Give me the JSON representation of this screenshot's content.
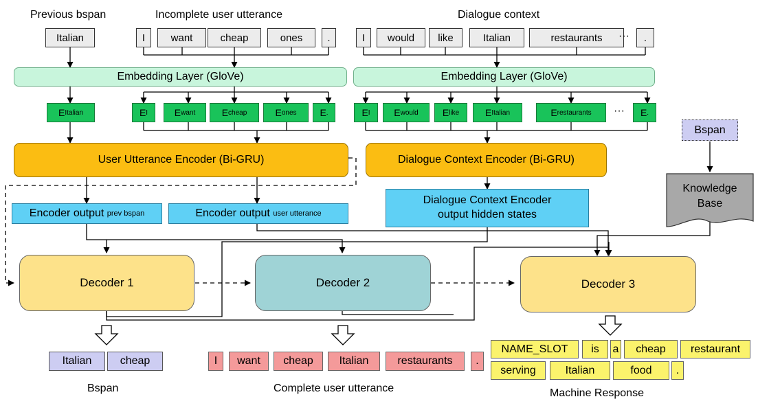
{
  "labels": {
    "previous_bspan": "Previous bspan",
    "incomplete_utterance": "Incomplete user utterance",
    "dialogue_context": "Dialogue context",
    "bspan_out": "Bspan",
    "complete_utterance": "Complete user utterance",
    "machine_response": "Machine Response"
  },
  "prev_bspan_token": "Italian",
  "utterance_tokens": [
    "I",
    "want",
    "cheap",
    "ones",
    "."
  ],
  "context_tokens": [
    "I",
    "would",
    "like",
    "Italian",
    "restaurants",
    "."
  ],
  "ellipsis": "···",
  "embedding_label": "Embedding Layer  (GloVe)",
  "emb_letter": "E",
  "emb_prev_sub": "Italian",
  "emb_utt_subs": [
    "I",
    "want",
    "cheap",
    "ones",
    "."
  ],
  "emb_ctx_subs": [
    "I",
    "would",
    "like",
    "Italian",
    "restaurants",
    "."
  ],
  "user_encoder": "User Utterance Encoder  (Bi-GRU)",
  "context_encoder": "Dialogue Context Encoder  (Bi-GRU)",
  "enc_out_prev": {
    "main": "Encoder output",
    "sub": "prev bspan"
  },
  "enc_out_user": {
    "main": "Encoder output",
    "sub": "user utterance"
  },
  "ctx_out": {
    "line1": "Dialogue Context Encoder",
    "line2": "output hidden states"
  },
  "bspan_kb_input": "Bspan",
  "kb": {
    "line1": "Knowledge",
    "line2": "Base"
  },
  "decoders": [
    "Decoder 1",
    "Decoder 2",
    "Decoder 3"
  ],
  "bspan_output": [
    "Italian",
    "cheap"
  ],
  "complete_utterance_tokens": [
    "I",
    "want",
    "cheap",
    "Italian",
    "restaurants",
    "."
  ],
  "machine_response_row1": [
    "NAME_SLOT",
    "is",
    "a",
    "cheap",
    "restaurant"
  ],
  "machine_response_row2": [
    "serving",
    "Italian",
    "food",
    "."
  ],
  "colors": {
    "token": "#ececec",
    "embedding": "#c8f5dc",
    "emb_vector": "#19c35a",
    "encoder": "#fbbd12",
    "encoder_output": "#5fd0f5",
    "decoder_yellow": "#fde28a",
    "decoder_teal": "#9fd3d6",
    "bspan": "#cdcdf2",
    "complete_utterance": "#f49a9a",
    "machine_response": "#fbf36c",
    "knowledge_base": "#a8a8a8"
  }
}
